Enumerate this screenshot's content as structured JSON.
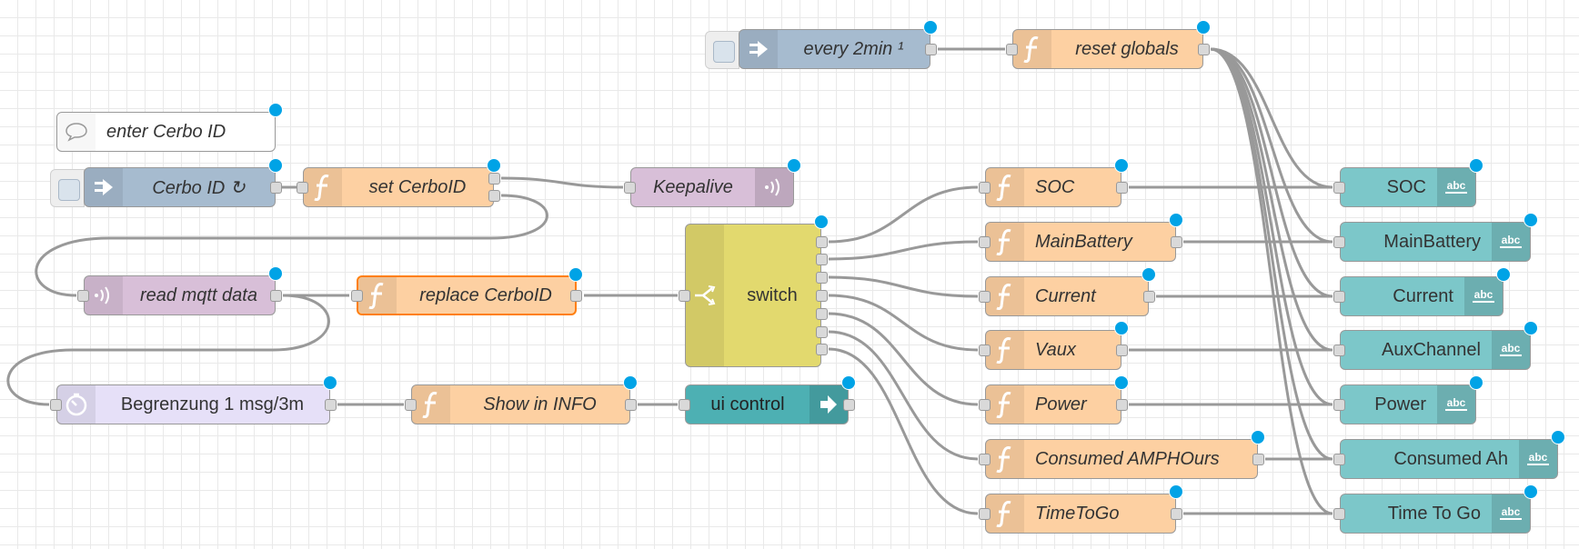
{
  "nodes": {
    "every_2min": "every 2min ¹",
    "reset_globals": "reset globals",
    "enter_cerbo_id": "enter Cerbo ID",
    "cerbo_id": "Cerbo ID ↻",
    "set_cerboid": "set CerboID",
    "keepalive": "Keepalive",
    "read_mqtt": "read mqtt data",
    "replace_cerboid": "replace CerboID",
    "switch": "switch",
    "begrenzung": "Begrenzung 1 msg/3m",
    "show_info": "Show in INFO",
    "ui_control": "ui control",
    "fn_soc": "SOC",
    "fn_mainbattery": "MainBattery",
    "fn_current": "Current",
    "fn_vaux": "Vaux",
    "fn_power": "Power",
    "fn_consumed": "Consumed AMPHOurs",
    "fn_timetogo": "TimeToGo",
    "txt_soc": "SOC",
    "txt_mainbattery": "MainBattery",
    "txt_current": "Current",
    "txt_auxchannel": "AuxChannel",
    "txt_power": "Power",
    "txt_consumed": "Consumed Ah",
    "txt_timetogo": "Time To Go"
  },
  "colors": {
    "function": "#fdd0a2",
    "inject": "#a6bbcf",
    "mqtt": "#d8bfd8",
    "ui_text": "#7cc7c9",
    "switch": "#e2d96e",
    "delay": "#e6e0f8",
    "ui_control": "#4db0b3",
    "wire": "#999999",
    "changed_dot": "#00a3e6",
    "selected_border": "#ff7f0e"
  },
  "icons": {
    "function": "function-icon",
    "inject": "inject-arrow-icon",
    "mqtt": "mqtt-wave-icon",
    "ui_text": "abc-text-icon",
    "switch": "switch-icon",
    "delay": "timer-icon",
    "comment": "comment-icon",
    "ui_control": "ui-control-arrow-icon"
  }
}
